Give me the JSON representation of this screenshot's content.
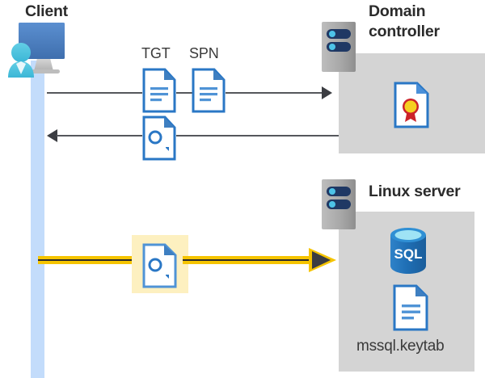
{
  "diagram": {
    "title_client": "Client",
    "title_domain_controller": "Domain\ncontroller",
    "title_domain_controller_line1": "Domain",
    "title_domain_controller_line2": "controller",
    "title_linux_server": "Linux server",
    "caption_keytab": "mssql.keytab",
    "flow_labels": {
      "tgt": "TGT",
      "spn": "SPN"
    },
    "sql_icon_label": "SQL",
    "icons": {
      "client": "user-workstation-icon",
      "server_rack": "server-rack-icon",
      "certificate": "certificate-document-icon",
      "document_tgt": "document-icon",
      "document_spn": "document-icon",
      "key_document": "key-document-icon",
      "key_document_highlighted": "key-document-icon",
      "sql_database": "sql-database-icon",
      "keytab_document": "document-icon"
    },
    "colors": {
      "panel_gray": "#d4d4d4",
      "lifeline_blue": "#c3dcfb",
      "accent_blue": "#2a77c5",
      "doc_fold_blue": "#3e7fc1",
      "highlight_yellow": "#fdf0c0",
      "flow_yellow": "#f5c400",
      "arrow_gray": "#3b3d42",
      "line_gray": "#55575c",
      "text_dark": "#2b2b2b",
      "person_cyan": "#4ec3e0",
      "monitor_blue": "#4a7ebb",
      "server_body_gray": "#a6a6a6",
      "server_bar_navy": "#1f3864",
      "cert_gold": "#f5d020",
      "cert_red": "#cc2229",
      "sql_blue": "#1f6fb5"
    }
  }
}
